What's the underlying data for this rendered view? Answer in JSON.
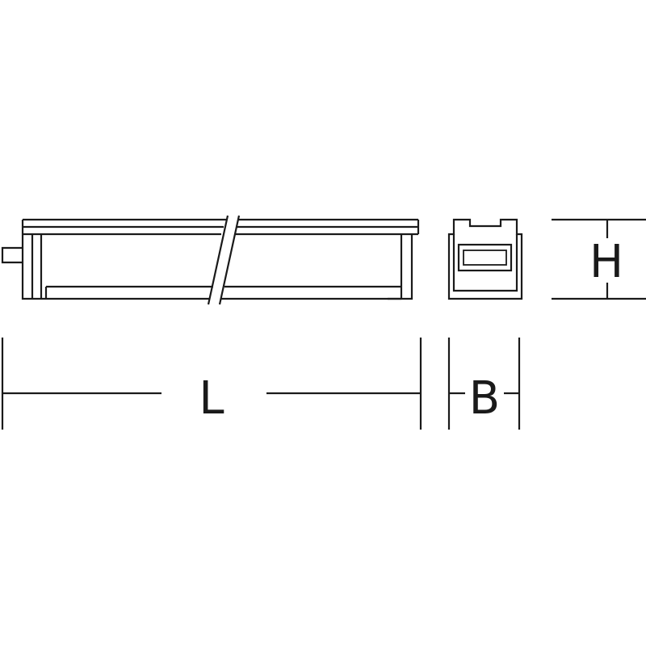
{
  "diagram": {
    "stroke_color": "#1a1a1a",
    "background_color": "#ffffff",
    "labels": {
      "length": "L",
      "width": "B",
      "height": "H"
    }
  }
}
